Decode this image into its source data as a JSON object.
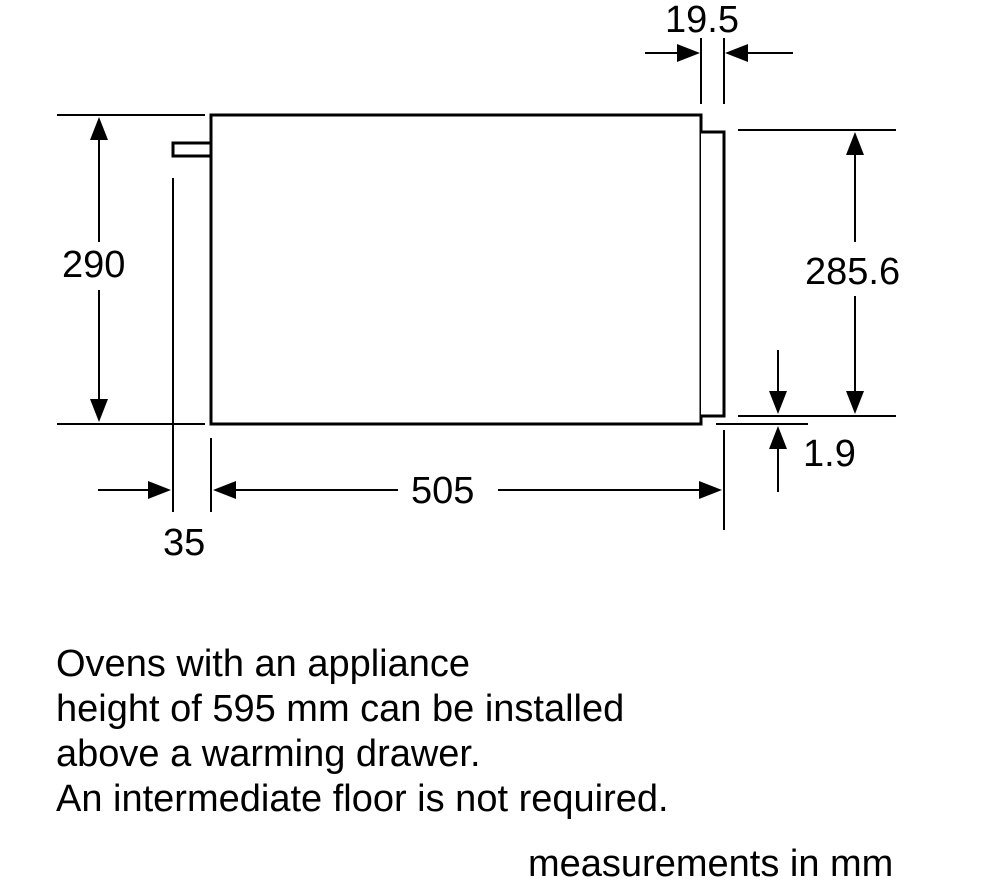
{
  "dimensions": {
    "height_left": "290",
    "height_right": "285.6",
    "width": "505",
    "front_offset": "35",
    "panel_thickness": "19.5",
    "bottom_gap": "1.9"
  },
  "note_lines": [
    "Ovens with an appliance",
    "height of 595 mm can be installed",
    "above a warming drawer.",
    "An intermediate floor is not required."
  ],
  "units_caption": "measurements in mm"
}
